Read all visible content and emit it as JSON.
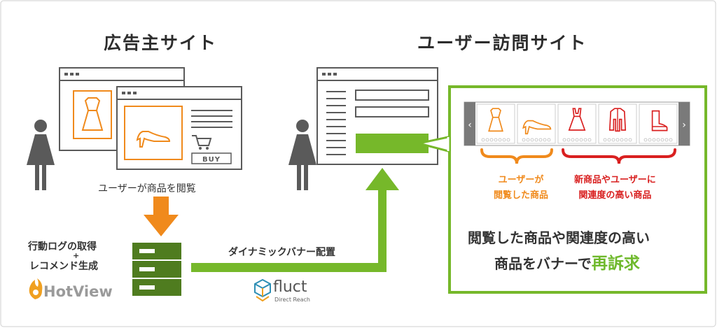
{
  "advertiser": {
    "title": "広告主サイト",
    "buy_label": "BUY",
    "caption": "ユーザーが商品を閲覧"
  },
  "visitor": {
    "title": "ユーザー訪問サイト"
  },
  "backend": {
    "line1": "行動ログの取得",
    "plus": "+",
    "line2": "レコメンド生成",
    "brand": "HotView"
  },
  "delivery": {
    "label": "ダイナミックバナー配置",
    "brand": "fluct",
    "brand_sub": "Direct Reach"
  },
  "banner": {
    "viewed_line1": "ユーザーが",
    "viewed_line2": "閲覧した商品",
    "new_line1": "新商品やユーザーに",
    "new_line2": "関連度の高い商品",
    "message_line1": "閲覧した商品や関連度の高い",
    "message_line2_prefix": "商品をバナーで",
    "message_line2_highlight": "再訴求"
  },
  "colors": {
    "orange": "#f08a1c",
    "green": "#76b82a",
    "dark_green": "#4f7c1f",
    "red": "#d92020",
    "gray": "#5a5a5a"
  },
  "icons": {
    "person": "person-icon",
    "dress": "dress-icon",
    "heel": "high-heel-icon",
    "cart": "shopping-cart-icon",
    "server": "server-icon",
    "flame": "flame-icon",
    "cube": "cube-icon",
    "coat": "coat-icon",
    "boot": "boot-icon"
  }
}
